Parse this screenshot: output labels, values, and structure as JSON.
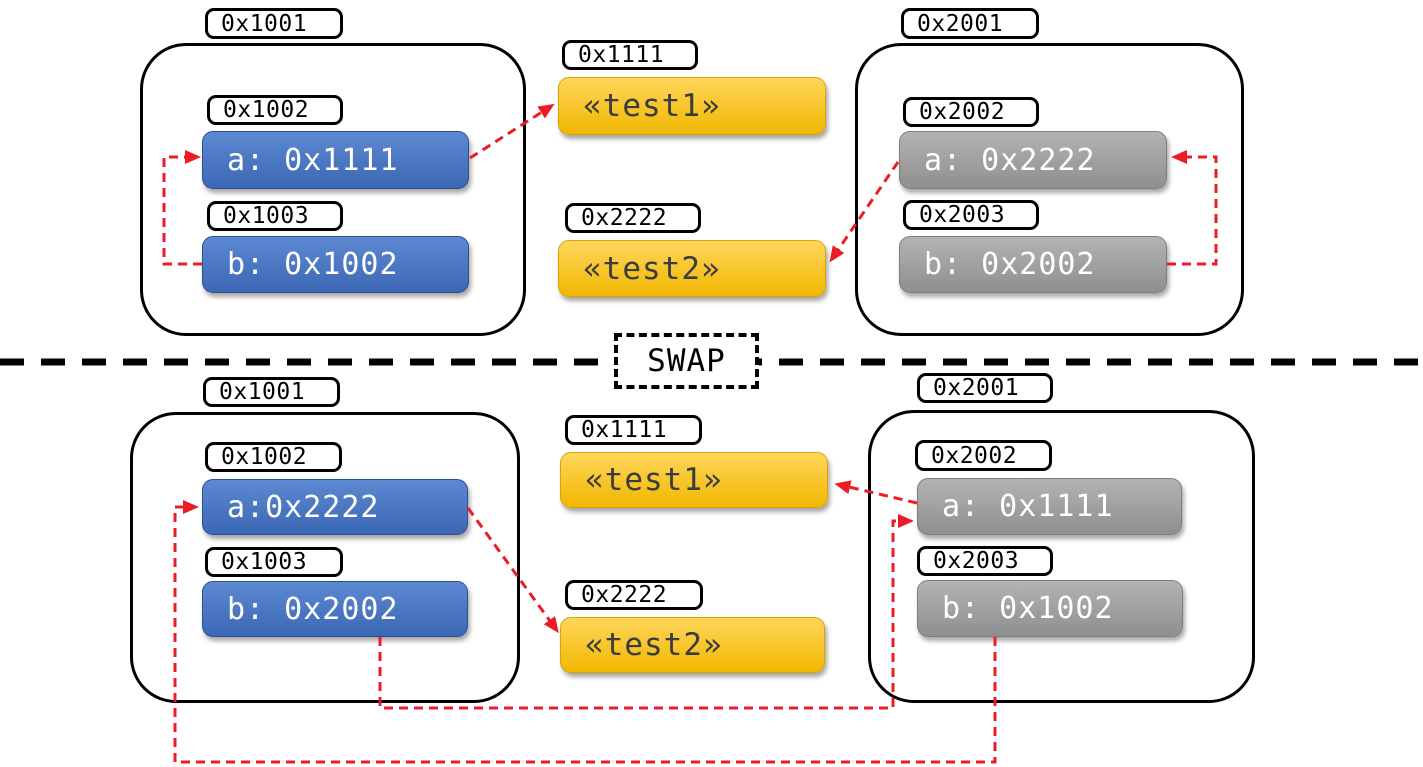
{
  "colors": {
    "pointer_red": "#ec1c24",
    "object_blue": "#4472c4",
    "object_gray": "#9a9a9a",
    "string_yellow": "#f6b800",
    "outline_black": "#000000"
  },
  "divider": {
    "label": "SWAP"
  },
  "top": {
    "left_object": {
      "address": "0x1001",
      "slots": [
        {
          "address": "0x1002",
          "value": "a: 0x1111"
        },
        {
          "address": "0x1003",
          "value": "b: 0x1002"
        }
      ]
    },
    "strings": [
      {
        "address": "0x1111",
        "value": "«test1»"
      },
      {
        "address": "0x2222",
        "value": "«test2»"
      }
    ],
    "right_object": {
      "address": "0x2001",
      "slots": [
        {
          "address": "0x2002",
          "value": "a: 0x2222"
        },
        {
          "address": "0x2003",
          "value": "b: 0x2002"
        }
      ]
    }
  },
  "bottom": {
    "left_object": {
      "address": "0x1001",
      "slots": [
        {
          "address": "0x1002",
          "value": "a:0x2222"
        },
        {
          "address": "0x1003",
          "value": "b: 0x2002"
        }
      ]
    },
    "strings": [
      {
        "address": "0x1111",
        "value": "«test1»"
      },
      {
        "address": "0x2222",
        "value": "«test2»"
      }
    ],
    "right_object": {
      "address": "0x2001",
      "slots": [
        {
          "address": "0x2002",
          "value": "a: 0x1111"
        },
        {
          "address": "0x2003",
          "value": "b: 0x1002"
        }
      ]
    }
  }
}
